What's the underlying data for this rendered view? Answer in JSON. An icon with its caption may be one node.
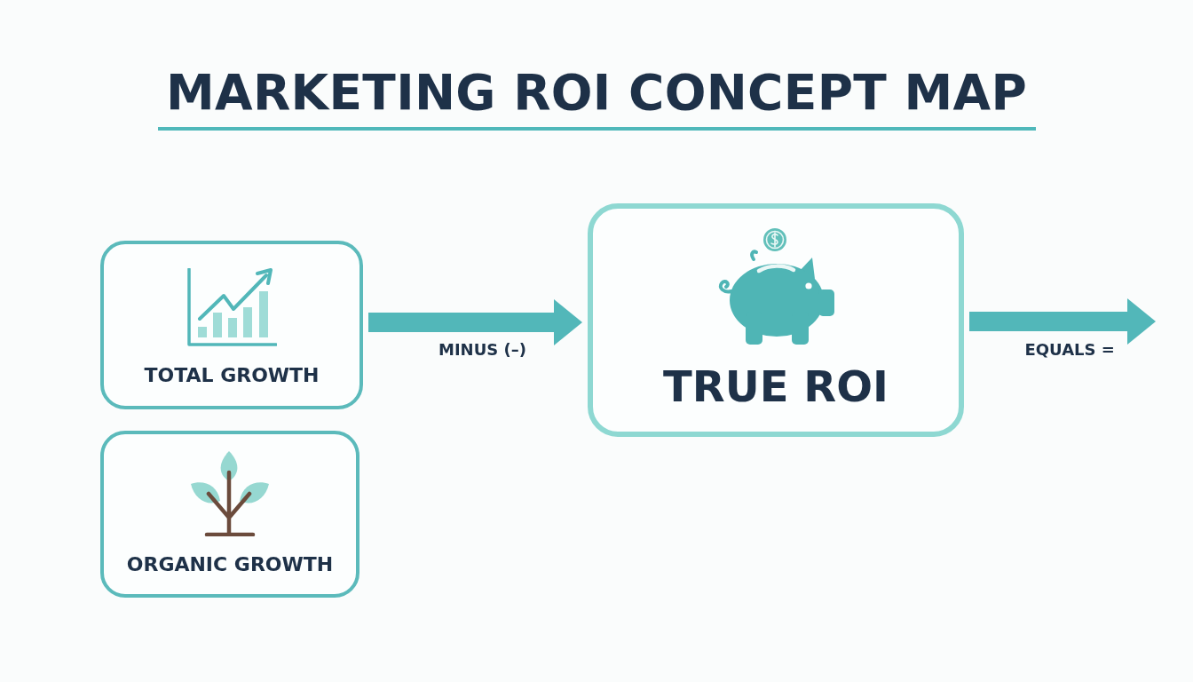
{
  "diagram": {
    "title": "MARKETING ROI CONCEPT MAP",
    "nodes": [
      {
        "text": [
          "TOTAL GROWTH"
        ]
      },
      {
        "text": [
          "ORGANIC GROWTH"
        ]
      },
      {
        "text": [
          "TRUE ROI"
        ]
      }
    ],
    "edges": [
      {
        "from": 0,
        "to": 2,
        "arrow": "to",
        "label": "MINUS (–)"
      },
      {
        "from": 2,
        "to": null,
        "arrow": "to",
        "label": "EQUALS ="
      }
    ]
  }
}
